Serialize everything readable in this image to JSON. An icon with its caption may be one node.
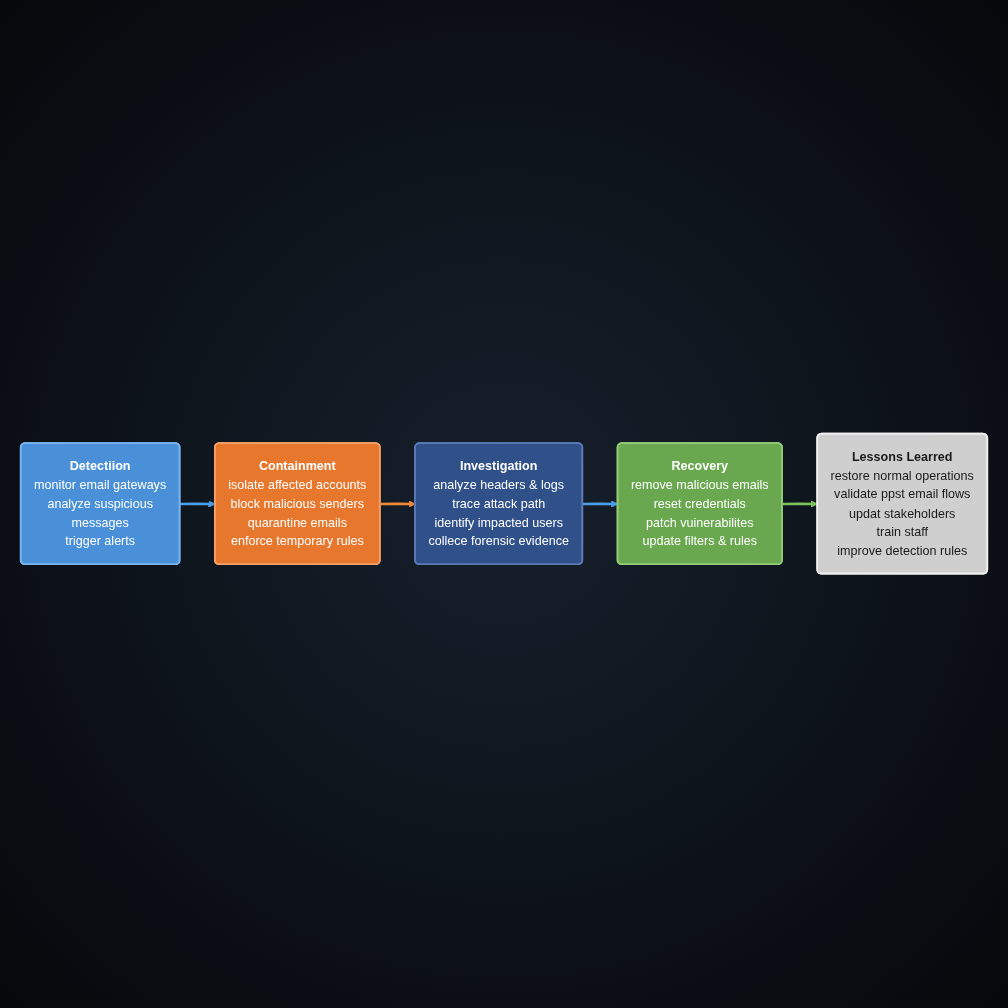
{
  "diagram": {
    "nodes": [
      {
        "text": [
          "Detectiion",
          "monitor email gateways",
          "analyze suspicious",
          "messages",
          "trigger alerts"
        ]
      },
      {
        "text": [
          "Containment",
          "isolate affected accounts",
          "block malicious senders",
          "quarantine emails",
          "enforce temporary rules"
        ]
      },
      {
        "text": [
          "Investigation",
          "analyze headers & logs",
          "trace attack path",
          "identify impacted users",
          "collece forensic evidence"
        ]
      },
      {
        "text": [
          "Recovery",
          "remove malicious emails",
          "reset credentials",
          "patch vuinerabilites",
          "update filters & rules"
        ]
      },
      {
        "text": [
          "Lessons Learred",
          "restore normal operations",
          "validate ppst email flows",
          "updat stakeholders",
          "train staff",
          "improve detection rules"
        ]
      }
    ],
    "edges": [
      {
        "from": 0,
        "to": 1,
        "arrow": "to"
      },
      {
        "from": 1,
        "to": 2,
        "arrow": "to",
        "color": "#f08a36"
      },
      {
        "from": 2,
        "to": 3,
        "arrow": "to"
      },
      {
        "from": 3,
        "to": 4,
        "arrow": "to",
        "color": "#7cc25a"
      }
    ]
  }
}
